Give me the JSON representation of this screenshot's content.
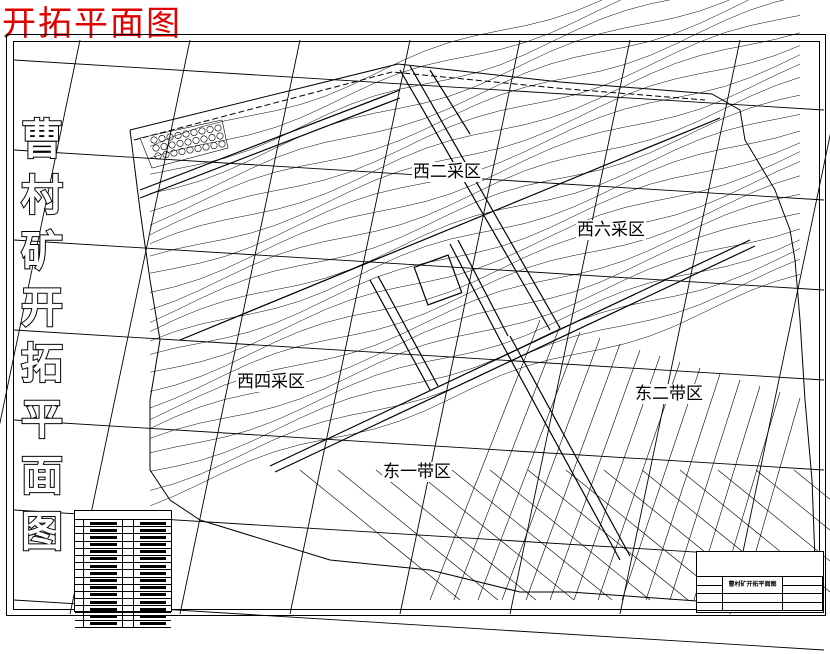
{
  "header": {
    "title": "开拓平面图"
  },
  "side_title": [
    "曹",
    "村",
    "矿",
    "开",
    "拓",
    "平",
    "面",
    "图"
  ],
  "zones": [
    {
      "id": "w2",
      "label": "西二采区"
    },
    {
      "id": "w6",
      "label": "西六采区"
    },
    {
      "id": "w4",
      "label": "西四采区"
    },
    {
      "id": "e2",
      "label": "东二带区"
    },
    {
      "id": "e1",
      "label": "东一带区"
    }
  ],
  "colors": {
    "title_red": "#e00000",
    "line": "#000000",
    "background": "#ffffff"
  },
  "legend": {
    "title": "",
    "rows": 15
  },
  "title_block": {
    "drawing_name": "曹村矿开拓平面图"
  }
}
